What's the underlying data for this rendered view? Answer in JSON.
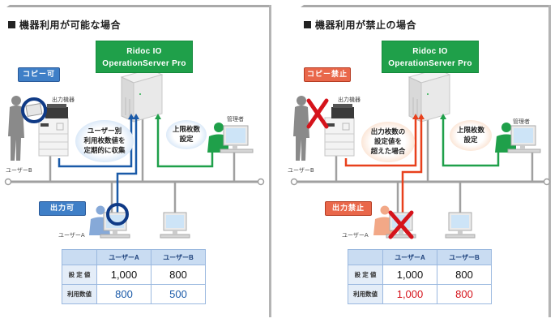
{
  "panels": [
    {
      "id": "allowed",
      "title": "機器利用が可能な場合",
      "server_label_line1": "Ridoc IO",
      "server_label_line2": "OperationServer Pro",
      "copy_badge": "コピー可",
      "output_badge": "出力可",
      "device_label": "出力機器",
      "admin_label": "管理者",
      "user_b_label": "ユーザーB",
      "user_a_label": "ユーザーA",
      "flow_bubble_lines": [
        "ユーザー別",
        "利用枚数値を",
        "定期的に収集"
      ],
      "limit_bubble_lines": [
        "上限枚数",
        "設定"
      ],
      "status": "allowed",
      "accent_color": "#1a5aa8",
      "table": {
        "headers": [
          "",
          "ユーザーA",
          "ユーザーB"
        ],
        "rows": [
          {
            "label": "設 定 値",
            "values": [
              "1,000",
              "800"
            ]
          },
          {
            "label": "利用数値",
            "values": [
              "800",
              "500"
            ]
          }
        ]
      }
    },
    {
      "id": "prohibited",
      "title": "機器利用が禁止の場合",
      "server_label_line1": "Ridoc IO",
      "server_label_line2": "OperationServer Pro",
      "copy_badge": "コピー禁止",
      "output_badge": "出力禁止",
      "device_label": "出力機器",
      "admin_label": "管理者",
      "user_b_label": "ユーザーB",
      "user_a_label": "ユーザーA",
      "flow_bubble_lines": [
        "出力枚数の",
        "設定値を",
        "超えた場合"
      ],
      "limit_bubble_lines": [
        "上限枚数",
        "設定"
      ],
      "status": "prohibited",
      "accent_color": "#e8401c",
      "table": {
        "headers": [
          "",
          "ユーザーA",
          "ユーザーB"
        ],
        "rows": [
          {
            "label": "設 定 値",
            "values": [
              "1,000",
              "800"
            ]
          },
          {
            "label": "利用数値",
            "values": [
              "1,000",
              "800"
            ]
          }
        ]
      }
    }
  ],
  "colors": {
    "server_green": "#1fa04a",
    "admin_green": "#1fa04a",
    "allowed_blue": "#1a5aa8",
    "prohibited_red": "#e8401c",
    "network_grey": "#a0a0a0"
  }
}
